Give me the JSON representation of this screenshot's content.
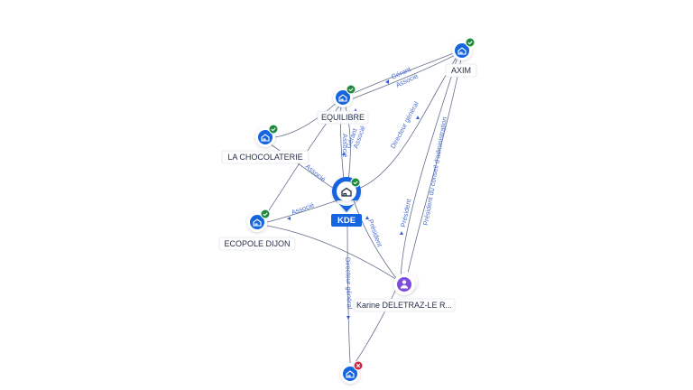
{
  "colors": {
    "company_icon": "#1565e0",
    "person_icon": "#7c4ddb",
    "status_ok": "#1e8a3c",
    "status_closed": "#d1243f",
    "edge": "#4a5578",
    "edge_label": "#4a6fd0",
    "center_badge": "#1565e0"
  },
  "nodes": {
    "axim": {
      "label": "AXIM",
      "icon": "building-icon",
      "status": "check"
    },
    "equilibre": {
      "label": "EQUILIBRE",
      "icon": "building-icon",
      "status": "check"
    },
    "chocolaterie": {
      "label": "LA CHOCOLATERIE",
      "icon": "building-icon",
      "status": "check"
    },
    "kde": {
      "label": "KDE",
      "icon": "building-icon",
      "status": "check"
    },
    "ecopole": {
      "label": "ECOPOLE DIJON",
      "icon": "building-icon",
      "status": "check"
    },
    "karine": {
      "label": "Karine DELETRAZ-LE R...",
      "icon": "person-icon"
    },
    "closed_company": {
      "label": "",
      "icon": "building-icon",
      "status": "cross"
    }
  },
  "edge_labels": {
    "gerant_axim_equilibre": "Gérant",
    "associe_axim_equilibre": "Associé",
    "gerant_kde_equilibre": "Gérant",
    "associe_kde_equilibre": "Associé",
    "associe_kde_equilibre_2": "Associé",
    "dg_axim_kde": "Directeur général",
    "associe_kde_chocolaterie": "Associé",
    "associe_kde_ecopole": "Associé",
    "president_karine_axim": "Président",
    "president_ca_karine_axim": "Président du conseil d'administration",
    "president_karine_kde": "Président",
    "dg_kde_closed": "Directeur général"
  }
}
